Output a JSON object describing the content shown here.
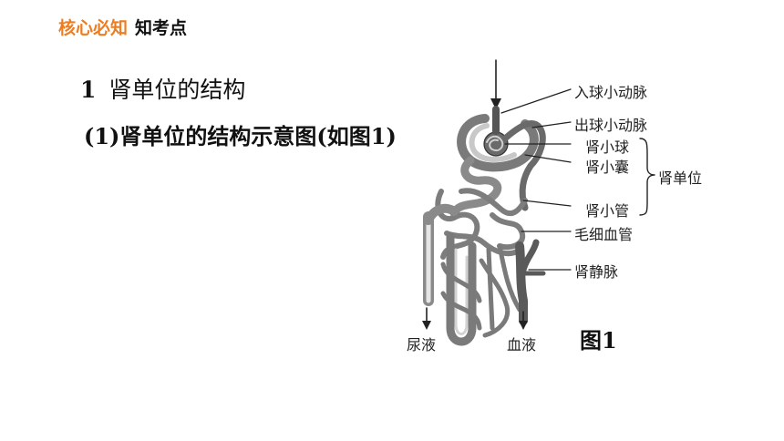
{
  "header": {
    "tag": "核心必知",
    "subtitle": "知考点"
  },
  "section": {
    "number": "1",
    "title": "肾单位的结构"
  },
  "subsection": {
    "text": "(1)肾单位的结构示意图(如图1)"
  },
  "figure": {
    "caption": "图1",
    "labels": {
      "afferent": "入球小动脉",
      "efferent": "出球小动脉",
      "glomerulus": "肾小球",
      "capsule": "肾小囊",
      "tubule": "肾小管",
      "nephron": "肾单位",
      "capillary": "毛细血管",
      "vein": "肾静脉",
      "urine": "尿液",
      "blood": "血液"
    },
    "colors": {
      "tissue": "#8a8a8a",
      "tissue_light": "#c4c4c4",
      "line": "#222222"
    }
  }
}
